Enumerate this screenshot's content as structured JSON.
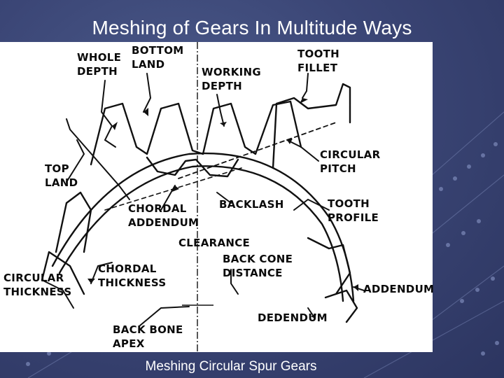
{
  "title": "Meshing of Gears In Multitude Ways",
  "caption": "Meshing Circular Spur Gears",
  "diagram": {
    "labels": {
      "whole_depth": "WHOLE\nDEPTH",
      "bottom_land": "BOTTOM\nLAND",
      "working_depth": "WORKING\nDEPTH",
      "tooth_fillet": "TOOTH\nFILLET",
      "top_land": "TOP\nLAND",
      "circular_pitch": "CIRCULAR\nPITCH",
      "chordal_addendum": "CHORDAL\nADDENDUM",
      "backlash": "BACKLASH",
      "tooth_profile": "TOOTH\nPROFILE",
      "clearance": "CLEARANCE",
      "circular_thickness": "CIRCULAR\nTHICKNESS",
      "chordal_thickness": "CHORDAL\nTHICKNESS",
      "back_cone_distance": "BACK CONE\nDISTANCE",
      "addendum": "ADDENDUM",
      "dedendum": "DEDENDUM",
      "back_bone_apex": "BACK BONE\nAPEX"
    }
  },
  "colors": {
    "background": "#3b4676",
    "panel": "#ffffff",
    "ink": "#0a0a0a",
    "title_text": "#ffffff"
  }
}
